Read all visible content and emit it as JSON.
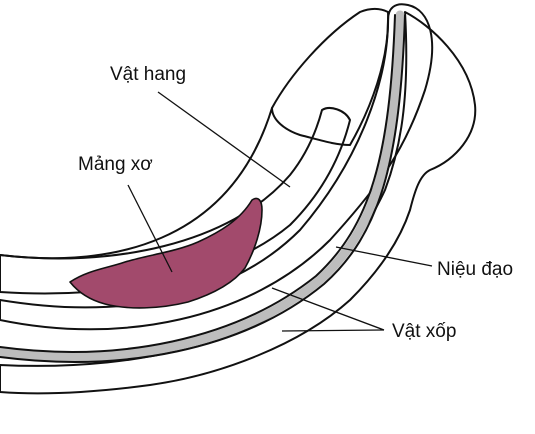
{
  "labels": {
    "vat_hang": "Vật hang",
    "mang_xo": "Mảng xơ",
    "nieu_dao": "Niệu đạo",
    "vat_xop": "Vật xốp"
  },
  "colors": {
    "tissue": "#f3e6ef",
    "plaque": "#a24a6c",
    "urethra_tube": "#bdbdbd",
    "outline": "#111111",
    "background": "#ffffff"
  }
}
